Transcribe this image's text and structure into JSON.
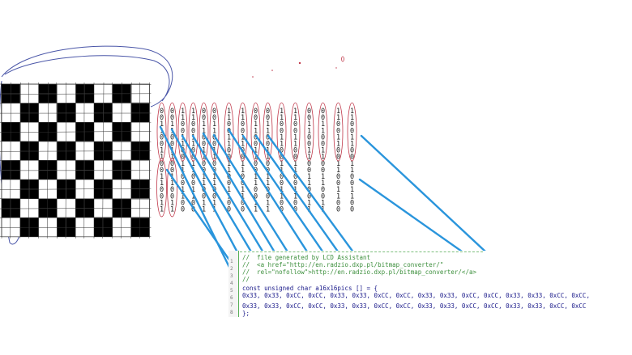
{
  "figure": {
    "grid_size": 16,
    "code": {
      "comment_lines": [
        "//  file generated by LCD Assistant",
        "//  <a href=\"http://en.radzio.dxp.pl/bitmap_converter/\"",
        "//  rel=\"nofollow\">http://en.radzio.dxp.pl/bitmap_converter/</a>",
        "//"
      ],
      "declaration": "const unsigned char a16x16pics [] = {",
      "hex_row_1": "0x33, 0x33, 0xCC, 0xCC, 0x33, 0x33, 0xCC, 0xCC, 0x33, 0x33, 0xCC, 0xCC, 0x33, 0x33, 0xCC, 0xCC,",
      "hex_row_2": "0x33, 0x33, 0xCC, 0xCC, 0x33, 0x33, 0xCC, 0xCC, 0x33, 0x33, 0xCC, 0xCC, 0x33, 0x33, 0xCC, 0xCC",
      "closing": "};"
    },
    "colors": {
      "checker_black": "#000000",
      "ellipse": "#c0384a",
      "arrow": "#2a95dc",
      "scribble": "#4a56a8",
      "comment": "#3c8f3c"
    }
  }
}
